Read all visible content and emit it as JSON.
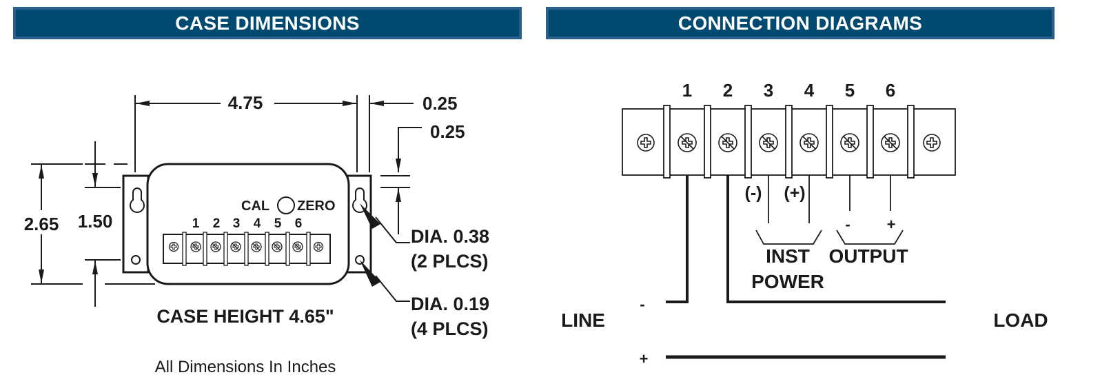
{
  "panels": {
    "case_dimensions": {
      "title": "CASE DIMENSIONS",
      "dimensions": {
        "width": "4.75",
        "flange_width": "0.25",
        "slot_offset": "0.25",
        "overall_height": "2.65",
        "mount_spacing": "1.50"
      },
      "front_panel": {
        "cal_label": "CAL",
        "zero_label": "ZERO",
        "terminal_numbers": [
          "1",
          "2",
          "3",
          "4",
          "5",
          "6"
        ]
      },
      "callouts": {
        "keyhole_dia": "DIA. 0.38",
        "keyhole_qty": "(2 PLCS)",
        "hole_dia": "DIA. 0.19",
        "hole_qty": "(4 PLCS)"
      },
      "case_height": "CASE HEIGHT 4.65\"",
      "units_note": "All Dimensions In Inches"
    },
    "connection_diagrams": {
      "title": "CONNECTION DIAGRAMS",
      "terminal_numbers": [
        "1",
        "2",
        "3",
        "4",
        "5",
        "6"
      ],
      "inst_minus": "(-)",
      "inst_plus": "(+)",
      "out_minus": "-",
      "out_plus": "+",
      "inst_label": "INST",
      "power_label": "POWER",
      "output_label": "OUTPUT",
      "line_label": "LINE",
      "load_label": "LOAD",
      "line_minus": "-",
      "line_plus": "+"
    }
  }
}
